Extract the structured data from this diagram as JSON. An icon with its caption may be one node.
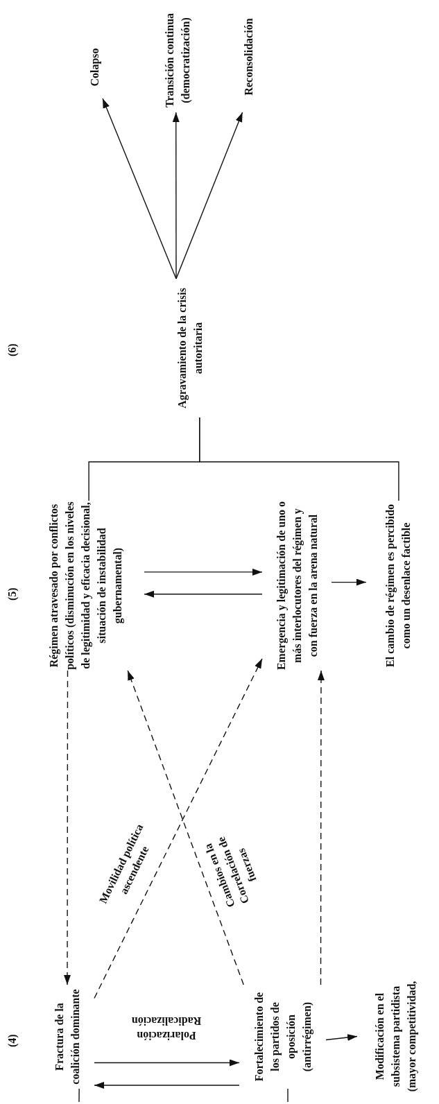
{
  "diagram": {
    "nodes": [
      {
        "text": [
          "Fractura de la coalición dominante"
        ]
      },
      {
        "text": [
          "Fortalecimiento de los partidos de oposición (antirrégimen)"
        ]
      },
      {
        "text": [
          "Modificación en el subsistema partidista (mayor competitividad,"
        ]
      },
      {
        "text": [
          "Régimen atravesado por conflictos políticos (disminución en los niveles de legitimidad y eficacia decisional, situación de instabilidad gubernamental)"
        ]
      },
      {
        "text": [
          "Emergencia y legitimación de uno o más interlocutores del régimen y con fuerza en la arena natural"
        ]
      },
      {
        "text": [
          "El cambio de régimen es percibido como un desenlace factible"
        ]
      },
      {
        "text": [
          "Agravamiento de la crisis autoritaria"
        ]
      },
      {
        "text": [
          "Colapso"
        ]
      },
      {
        "text": [
          "Transición continua (democratización)"
        ]
      },
      {
        "text": [
          "Reconsolidación"
        ]
      }
    ],
    "edges": [
      {
        "from": 0,
        "to": 1,
        "arrow": "to",
        "label": "Polarización Radicalización"
      },
      {
        "from": 1,
        "to": 0,
        "arrow": "to"
      },
      {
        "from": null,
        "to": 0,
        "arrow": "none"
      },
      {
        "from": null,
        "to": 1,
        "arrow": "none"
      },
      {
        "from": 1,
        "to": 2,
        "arrow": "to"
      },
      {
        "from": 3,
        "to": 0,
        "arrow": "to",
        "style": "dashed"
      },
      {
        "from": 0,
        "to": 4,
        "arrow": "to",
        "style": "dashed",
        "label": "Movilidad política ascendente"
      },
      {
        "from": 1,
        "to": 3,
        "arrow": "to",
        "style": "dashed",
        "label": "Cambios en la Correlación de fuerzas"
      },
      {
        "from": 1,
        "to": 4,
        "arrow": "to",
        "style": "dashed"
      },
      {
        "from": 3,
        "to": 4,
        "arrow": "to"
      },
      {
        "from": 4,
        "to": 3,
        "arrow": "to"
      },
      {
        "from": 4,
        "to": 5,
        "arrow": "to"
      },
      {
        "from": 3,
        "to": 6,
        "arrow": "none"
      },
      {
        "from": 5,
        "to": 6,
        "arrow": "none"
      },
      {
        "from": 6,
        "to": 7,
        "arrow": "to"
      },
      {
        "from": 6,
        "to": 8,
        "arrow": "to"
      },
      {
        "from": 6,
        "to": 9,
        "arrow": "to"
      }
    ],
    "labels": [
      "(4)",
      "(5)",
      "(6)"
    ]
  }
}
